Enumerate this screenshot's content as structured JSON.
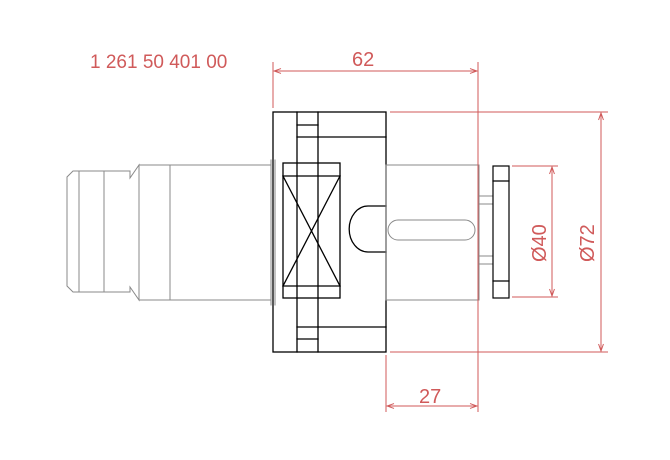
{
  "part_number": "1 261 50 401 00",
  "dimensions": {
    "overall_length": "62",
    "stub_length": "27",
    "diameter_small": "Ø40",
    "diameter_large": "Ø72"
  },
  "colors": {
    "dimension": "#d05a5a",
    "outline": "#000000",
    "hidden": "#8a8a8a"
  }
}
